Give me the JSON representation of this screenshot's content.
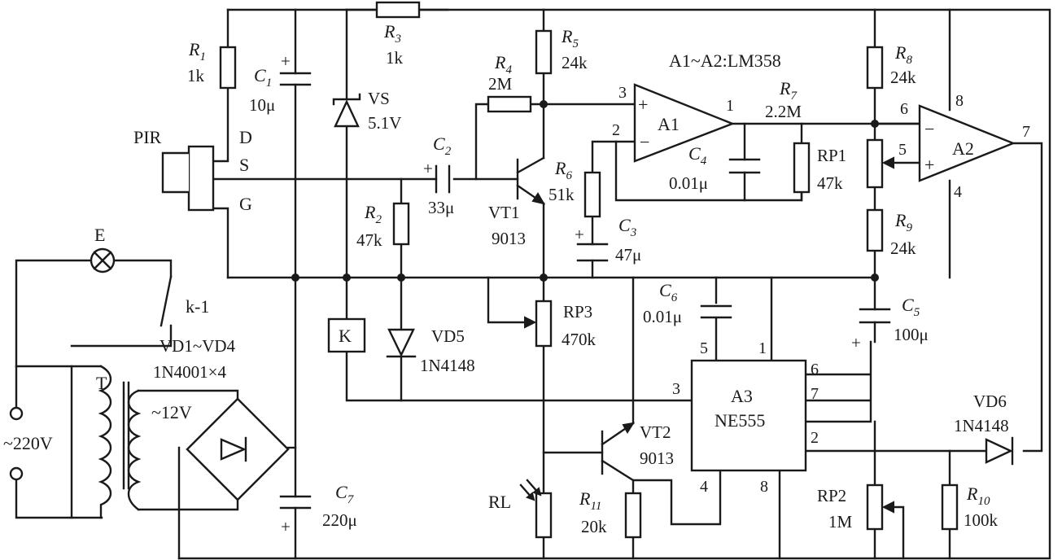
{
  "part_note": "A1~A2:LM358",
  "components": {
    "R1": {
      "letter": "R",
      "sub": "1",
      "value": "1k"
    },
    "R2": {
      "letter": "R",
      "sub": "2",
      "value": "47k"
    },
    "R3": {
      "letter": "R",
      "sub": "3",
      "value": "1k"
    },
    "R4": {
      "letter": "R",
      "sub": "4",
      "value": "2M"
    },
    "R5": {
      "letter": "R",
      "sub": "5",
      "value": "24k"
    },
    "R6": {
      "letter": "R",
      "sub": "6",
      "value": "51k"
    },
    "R7": {
      "letter": "R",
      "sub": "7",
      "value": "2.2M"
    },
    "R8": {
      "letter": "R",
      "sub": "8",
      "value": "24k"
    },
    "R9": {
      "letter": "R",
      "sub": "9",
      "value": "24k"
    },
    "R10": {
      "letter": "R",
      "sub": "10",
      "value": "100k"
    },
    "R11": {
      "letter": "R",
      "sub": "11",
      "value": "20k"
    },
    "C1": {
      "letter": "C",
      "sub": "1",
      "value": "10μ"
    },
    "C2": {
      "letter": "C",
      "sub": "2",
      "value": "33μ"
    },
    "C3": {
      "letter": "C",
      "sub": "3",
      "value": "47μ"
    },
    "C4": {
      "letter": "C",
      "sub": "4",
      "value": "0.01μ"
    },
    "C5": {
      "letter": "C",
      "sub": "5",
      "value": "100μ"
    },
    "C6": {
      "letter": "C",
      "sub": "6",
      "value": "0.01μ"
    },
    "C7": {
      "letter": "C",
      "sub": "7",
      "value": "220μ"
    },
    "RP1": {
      "name": "RP1",
      "value": "47k"
    },
    "RP2": {
      "name": "RP2",
      "value": "1M"
    },
    "RP3": {
      "name": "RP3",
      "value": "470k"
    },
    "VS": {
      "name": "VS",
      "value": "5.1V"
    },
    "VT1": {
      "name": "VT1",
      "value": "9013"
    },
    "VT2": {
      "name": "VT2",
      "value": "9013"
    },
    "VD5": {
      "name": "VD5",
      "value": "1N4148"
    },
    "VD6": {
      "name": "VD6",
      "value": "1N4148"
    },
    "bridge": {
      "name": "VD1~VD4",
      "value": "1N4001×4"
    },
    "A1": {
      "name": "A1"
    },
    "A2": {
      "name": "A2"
    },
    "A3": {
      "name": "A3",
      "value": "NE555"
    },
    "PIR": {
      "name": "PIR",
      "pin_d": "D",
      "pin_s": "S",
      "pin_g": "G"
    },
    "E": {
      "name": "E"
    },
    "K": {
      "name": "K"
    },
    "k1": {
      "name": "k-1"
    },
    "T": {
      "name": "T",
      "secondary": "~12V"
    },
    "RL": {
      "name": "RL"
    },
    "mains": {
      "label": "~220V"
    }
  },
  "pins": {
    "a1_plus_in": "3",
    "a1_minus_in": "2",
    "a1_out": "1",
    "a2_minus_in": "6",
    "a2_plus_in": "5",
    "a2_vcc": "8",
    "a2_gnd": "4",
    "a2_out": "7",
    "a3_ctrl": "5",
    "a3_reset": "1",
    "a3_thr": "6",
    "a3_dis": "7",
    "a3_trig": "2",
    "a3_out": "3",
    "a3_gnd": "4",
    "a3_vcc": "8"
  },
  "symbols": {
    "plus": "+",
    "minus": "−"
  }
}
